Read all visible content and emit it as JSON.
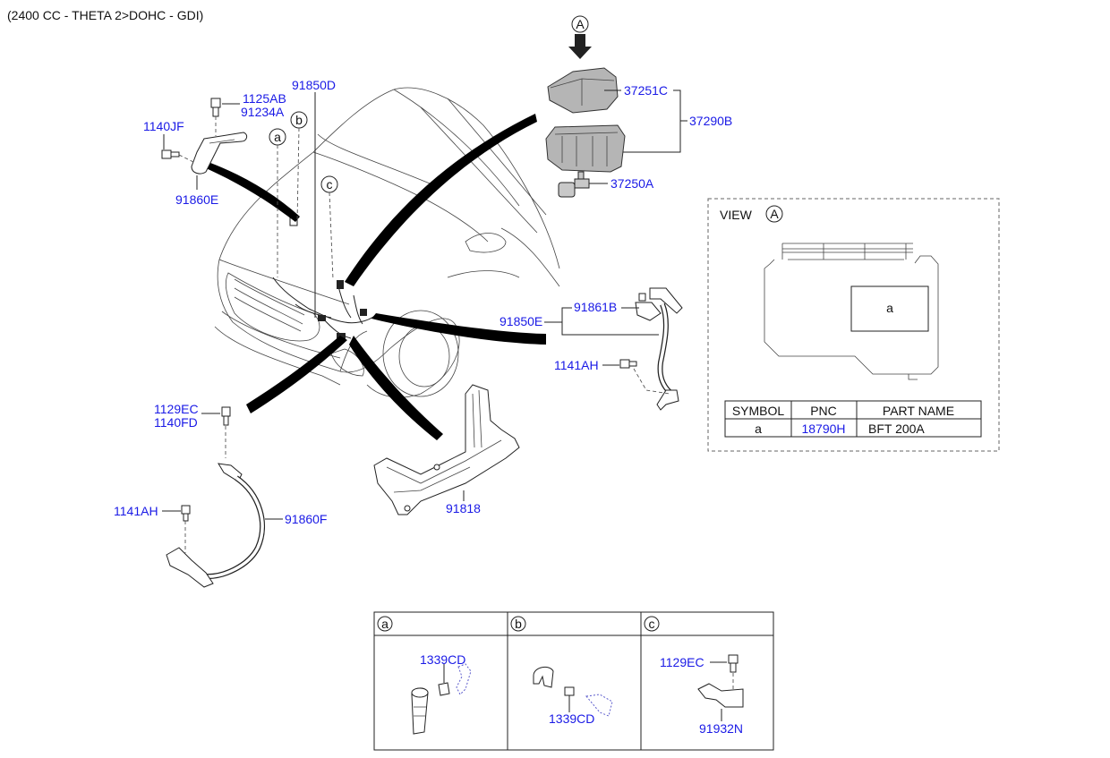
{
  "header": {
    "engine_spec": "(2400 CC - THETA 2>DOHC - GDI)"
  },
  "callouts": {
    "a": "a",
    "b": "b",
    "c": "c",
    "A": "A"
  },
  "parts": {
    "p_1125AB": "1125AB",
    "p_91234A": "91234A",
    "p_1140JF": "1140JF",
    "p_91860E": "91860E",
    "p_91850D": "91850D",
    "p_37251C": "37251C",
    "p_37290B": "37290B",
    "p_37250A": "37250A",
    "p_91861B": "91861B",
    "p_91850E": "91850E",
    "p_1141AH_r": "1141AH",
    "p_1129EC": "1129EC",
    "p_1140FD": "1140FD",
    "p_1141AH_l": "1141AH",
    "p_91860F": "91860F",
    "p_91818": "91818"
  },
  "view_panel": {
    "title": "VIEW",
    "circle": "A",
    "box_label": "a",
    "table": {
      "headers": [
        "SYMBOL",
        "PNC",
        "PART NAME"
      ],
      "rows": [
        [
          "a",
          "18790H",
          "BFT 200A"
        ]
      ]
    }
  },
  "detail_table": {
    "cells": [
      {
        "id": "a",
        "labels": [
          "1339CD"
        ]
      },
      {
        "id": "b",
        "labels": [
          "1339CD"
        ]
      },
      {
        "id": "c",
        "labels": [
          "1129EC",
          "91932N"
        ]
      }
    ]
  },
  "colors": {
    "part_number": "#1a1ae6",
    "text": "#111111",
    "fat_leader": "#000000"
  }
}
